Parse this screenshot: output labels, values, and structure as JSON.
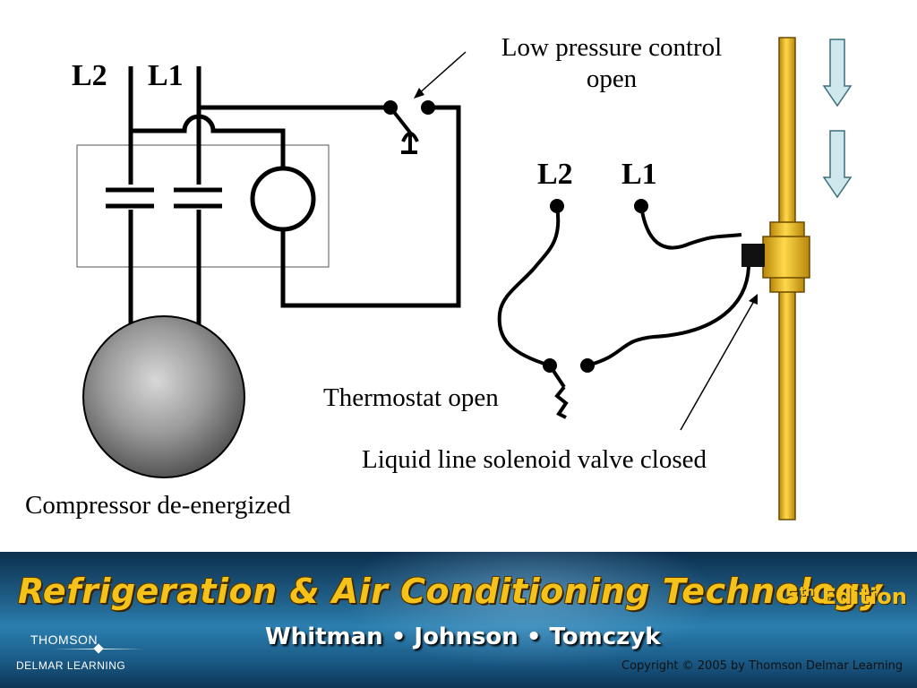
{
  "diagram": {
    "left_circuit": {
      "l2": "L2",
      "l1": "L1"
    },
    "right_circuit": {
      "l2": "L2",
      "l1": "L1"
    },
    "labels": {
      "low_pressure_control_line1": "Low pressure control",
      "low_pressure_control_line2": "open",
      "thermostat": "Thermostat open",
      "solenoid_valve": "Liquid line solenoid valve closed",
      "compressor": "Compressor de-energized"
    },
    "colors": {
      "pipe": "#e8b51c",
      "flow_arrow": "#cfe8ee"
    }
  },
  "footer": {
    "book_title": "Refrigeration & Air Conditioning Technology",
    "edition_number": "5",
    "edition_suffix": "th",
    "edition_word": "Edition",
    "authors": "Whitman • Johnson • Tomczyk",
    "publisher_line1": "THOMSON",
    "publisher_line2": "DELMAR LEARNING",
    "copyright": "Copyright © 2005 by Thomson Delmar Learning"
  }
}
